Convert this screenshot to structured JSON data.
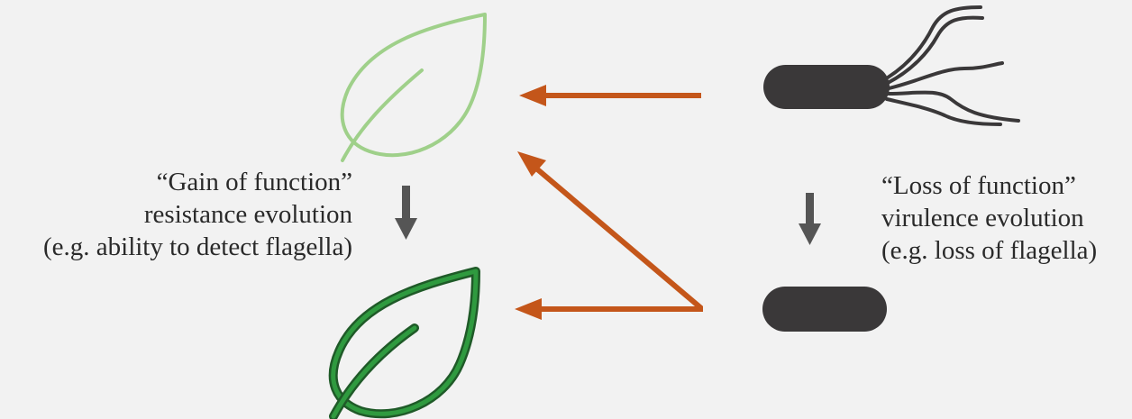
{
  "left_caption": {
    "line1": "“Gain of function”",
    "line2": "resistance evolution",
    "line3": "(e.g. ability to detect flagella)"
  },
  "right_caption": {
    "line1": "“Loss of function”",
    "line2": "virulence evolution",
    "line3": "(e.g. loss of flagella)"
  },
  "colors": {
    "background": "#f2f2f2",
    "leaf_ancestral": "#9fd08a",
    "leaf_evolved_outline": "#1f5a28",
    "leaf_evolved_fill": "#2f9a3f",
    "bacterium": "#3a3839",
    "interaction_arrow": "#c4561a",
    "evolution_arrow": "#555555"
  },
  "icons": {
    "leaf_top": "leaf-icon",
    "leaf_bottom": "leaf-icon",
    "bacterium_top": "flagellated-bacterium-icon",
    "bacterium_bottom": "bacterium-icon"
  }
}
